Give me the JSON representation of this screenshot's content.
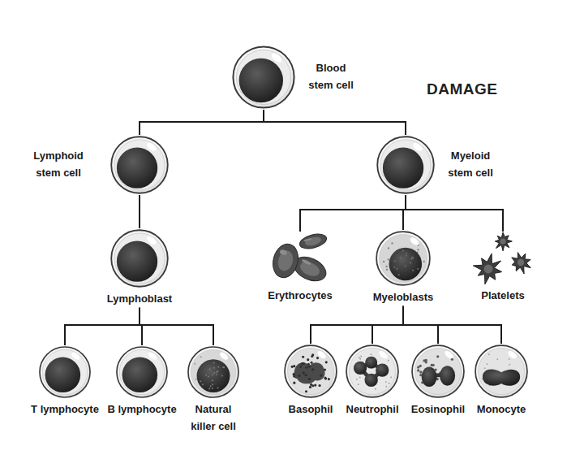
{
  "diagram": {
    "nodes": [
      {
        "text": [
          "Blood stem cell"
        ]
      },
      {
        "text": [
          "Lymphoid stem cell"
        ]
      },
      {
        "text": [
          "Myeloid stem cell"
        ]
      },
      {
        "text": [
          "Lymphoblast"
        ]
      },
      {
        "text": [
          "Erythrocytes"
        ]
      },
      {
        "text": [
          "Myeloblasts"
        ]
      },
      {
        "text": [
          "Platelets"
        ]
      },
      {
        "text": [
          "T lymphocyte"
        ]
      },
      {
        "text": [
          "B lymphocyte"
        ]
      },
      {
        "text": [
          "Natural killer cell"
        ]
      },
      {
        "text": [
          "Basophil"
        ]
      },
      {
        "text": [
          "Neutrophil"
        ]
      },
      {
        "text": [
          "Eosinophil"
        ]
      },
      {
        "text": [
          "Monocyte"
        ]
      }
    ],
    "edges": [
      {
        "from": 0,
        "to": 1,
        "arrow": "none"
      },
      {
        "from": 0,
        "to": 2,
        "arrow": "none"
      },
      {
        "from": 1,
        "to": 3,
        "arrow": "none"
      },
      {
        "from": 2,
        "to": 4,
        "arrow": "none"
      },
      {
        "from": 2,
        "to": 5,
        "arrow": "none"
      },
      {
        "from": 2,
        "to": 6,
        "arrow": "none"
      },
      {
        "from": 3,
        "to": 7,
        "arrow": "none"
      },
      {
        "from": 3,
        "to": 8,
        "arrow": "none"
      },
      {
        "from": 3,
        "to": 9,
        "arrow": "none"
      },
      {
        "from": 5,
        "to": 10,
        "arrow": "none"
      },
      {
        "from": 5,
        "to": 11,
        "arrow": "none"
      },
      {
        "from": 5,
        "to": 12,
        "arrow": "none"
      },
      {
        "from": 5,
        "to": 13,
        "arrow": "none"
      }
    ],
    "labels": [
      "DAMAGE"
    ]
  }
}
